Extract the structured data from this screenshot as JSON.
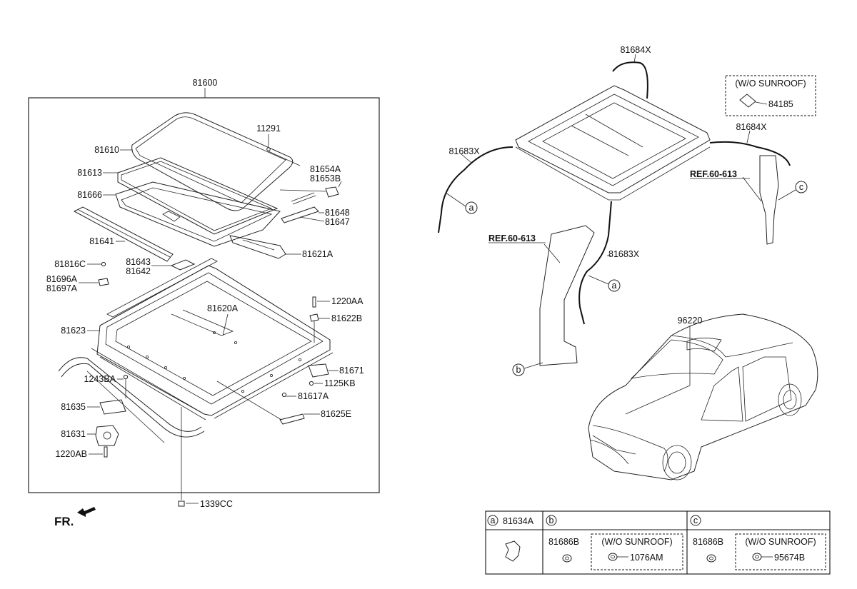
{
  "diagram": {
    "assembly_label": "81600",
    "front_indicator": "FR.",
    "left_parts": {
      "p11291": "11291",
      "p81610": "81610",
      "p81613": "81613",
      "p81666": "81666",
      "p81654A": "81654A",
      "p81653B": "81653B",
      "p81648": "81648",
      "p81647": "81647",
      "p81641": "81641",
      "p81621A": "81621A",
      "p81643": "81643",
      "p81642": "81642",
      "p81816C": "81816C",
      "p81696A": "81696A",
      "p81697A": "81697A",
      "p1220AA": "1220AA",
      "p81620A": "81620A",
      "p81622B": "81622B",
      "p81623": "81623",
      "p81671": "81671",
      "p1125KB": "1125KB",
      "p1243BA": "1243BA",
      "p81617A": "81617A",
      "p81635": "81635",
      "p81625E": "81625E",
      "p81631": "81631",
      "p1220AB": "1220AB",
      "p1339CC": "1339CC"
    },
    "right_parts": {
      "p81684X_top": "81684X",
      "p81683X_left": "81683X",
      "p81684X_right": "81684X",
      "p81683X_mid": "81683X",
      "ref_left": "REF.60-613",
      "ref_right": "REF.60-613",
      "p96220": "96220",
      "wo_sunroof_box": {
        "title": "(W/O SUNROOF)",
        "part": "84185"
      },
      "callouts": {
        "a1": "a",
        "a2": "a",
        "b": "b",
        "c": "c"
      }
    },
    "table": {
      "col_a": {
        "letter": "a",
        "part": "81634A"
      },
      "col_b": {
        "letter": "b",
        "part": "81686B",
        "alt_title": "(W/O SUNROOF)",
        "alt_part": "1076AM"
      },
      "col_c": {
        "letter": "c",
        "part": "81686B",
        "alt_title": "(W/O SUNROOF)",
        "alt_part": "95674B"
      }
    }
  }
}
